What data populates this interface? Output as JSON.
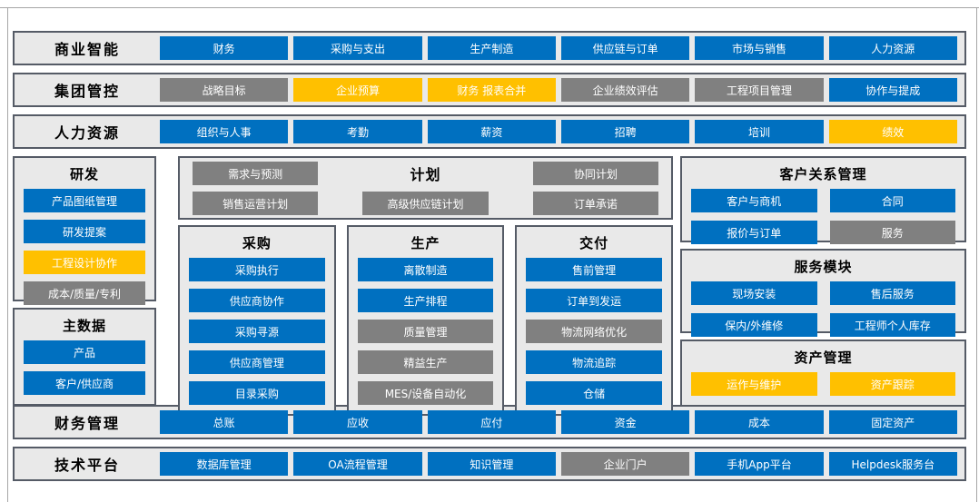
{
  "palette": {
    "blue": "#0070C0",
    "yellow": "#FFC000",
    "gray": "#808080",
    "panel_background": "#E9E9E9",
    "panel_border": "#555B66",
    "button_text": "#FFFFFF",
    "title_text": "#000000"
  },
  "bands": {
    "business_intelligence": {
      "title": "商业智能",
      "items": [
        {
          "label": "财务",
          "color": "blue"
        },
        {
          "label": "采购与支出",
          "color": "blue"
        },
        {
          "label": "生产制造",
          "color": "blue"
        },
        {
          "label": "供应链与订单",
          "color": "blue"
        },
        {
          "label": "市场与销售",
          "color": "blue"
        },
        {
          "label": "人力资源",
          "color": "blue"
        }
      ]
    },
    "group_control": {
      "title": "集团管控",
      "items": [
        {
          "label": "战略目标",
          "color": "gray"
        },
        {
          "label": "企业预算",
          "color": "yellow"
        },
        {
          "label": "财务 报表合并",
          "color": "yellow"
        },
        {
          "label": "企业绩效评估",
          "color": "gray"
        },
        {
          "label": "工程项目管理",
          "color": "gray"
        },
        {
          "label": "协作与提成",
          "color": "blue"
        }
      ]
    },
    "human_resources": {
      "title": "人力资源",
      "items": [
        {
          "label": "组织与人事",
          "color": "blue"
        },
        {
          "label": "考勤",
          "color": "blue"
        },
        {
          "label": "薪资",
          "color": "blue"
        },
        {
          "label": "招聘",
          "color": "blue"
        },
        {
          "label": "培训",
          "color": "blue"
        },
        {
          "label": "绩效",
          "color": "yellow"
        }
      ]
    },
    "finance": {
      "title": "财务管理",
      "items": [
        {
          "label": "总账",
          "color": "blue"
        },
        {
          "label": "应收",
          "color": "blue"
        },
        {
          "label": "应付",
          "color": "blue"
        },
        {
          "label": "资金",
          "color": "blue"
        },
        {
          "label": "成本",
          "color": "blue"
        },
        {
          "label": "固定资产",
          "color": "blue"
        }
      ]
    },
    "tech_platform": {
      "title": "技术平台",
      "items": [
        {
          "label": "数据库管理",
          "color": "blue"
        },
        {
          "label": "OA流程管理",
          "color": "blue"
        },
        {
          "label": "知识管理",
          "color": "blue"
        },
        {
          "label": "企业门户",
          "color": "gray"
        },
        {
          "label": "手机App平台",
          "color": "blue"
        },
        {
          "label": "Helpdesk服务台",
          "color": "blue"
        }
      ]
    }
  },
  "panels": {
    "rnd": {
      "title": "研发",
      "items": [
        {
          "label": "产品图纸管理",
          "color": "blue"
        },
        {
          "label": "研发提案",
          "color": "blue"
        },
        {
          "label": "工程设计协作",
          "color": "yellow"
        },
        {
          "label": "成本/质量/专利",
          "color": "gray"
        }
      ]
    },
    "master_data": {
      "title": "主数据",
      "items": [
        {
          "label": "产品",
          "color": "blue"
        },
        {
          "label": "客户/供应商",
          "color": "blue"
        }
      ]
    },
    "plan": {
      "title": "计划",
      "top": [
        {
          "label": "需求与预测",
          "color": "gray"
        },
        {
          "label": "协同计划",
          "color": "gray"
        }
      ],
      "bottom": [
        {
          "label": "销售运营计划",
          "color": "gray"
        },
        {
          "label": "高级供应链计划",
          "color": "gray"
        },
        {
          "label": "订单承诺",
          "color": "gray"
        }
      ]
    },
    "procurement": {
      "title": "采购",
      "items": [
        {
          "label": "采购执行",
          "color": "blue"
        },
        {
          "label": "供应商协作",
          "color": "blue"
        },
        {
          "label": "采购寻源",
          "color": "blue"
        },
        {
          "label": "供应商管理",
          "color": "blue"
        },
        {
          "label": "目录采购",
          "color": "blue"
        }
      ]
    },
    "production": {
      "title": "生产",
      "items": [
        {
          "label": "离散制造",
          "color": "blue"
        },
        {
          "label": "生产排程",
          "color": "blue"
        },
        {
          "label": "质量管理",
          "color": "gray"
        },
        {
          "label": "精益生产",
          "color": "gray"
        },
        {
          "label": "MES/设备自动化",
          "color": "gray"
        }
      ]
    },
    "delivery": {
      "title": "交付",
      "items": [
        {
          "label": "售前管理",
          "color": "blue"
        },
        {
          "label": "订单到发运",
          "color": "blue"
        },
        {
          "label": "物流网络优化",
          "color": "gray"
        },
        {
          "label": "物流追踪",
          "color": "blue"
        },
        {
          "label": "仓储",
          "color": "blue"
        }
      ]
    },
    "crm": {
      "title": "客户关系管理",
      "items": [
        {
          "label": "客户与商机",
          "color": "blue"
        },
        {
          "label": "合同",
          "color": "blue"
        },
        {
          "label": "报价与订单",
          "color": "blue"
        },
        {
          "label": "服务",
          "color": "gray"
        }
      ]
    },
    "service": {
      "title": "服务模块",
      "items": [
        {
          "label": "现场安装",
          "color": "blue"
        },
        {
          "label": "售后服务",
          "color": "blue"
        },
        {
          "label": "保内/外维修",
          "color": "blue"
        },
        {
          "label": "工程师个人库存",
          "color": "blue"
        }
      ]
    },
    "asset": {
      "title": "资产管理",
      "items": [
        {
          "label": "运作与维护",
          "color": "yellow"
        },
        {
          "label": "资产跟踪",
          "color": "yellow"
        }
      ]
    }
  }
}
